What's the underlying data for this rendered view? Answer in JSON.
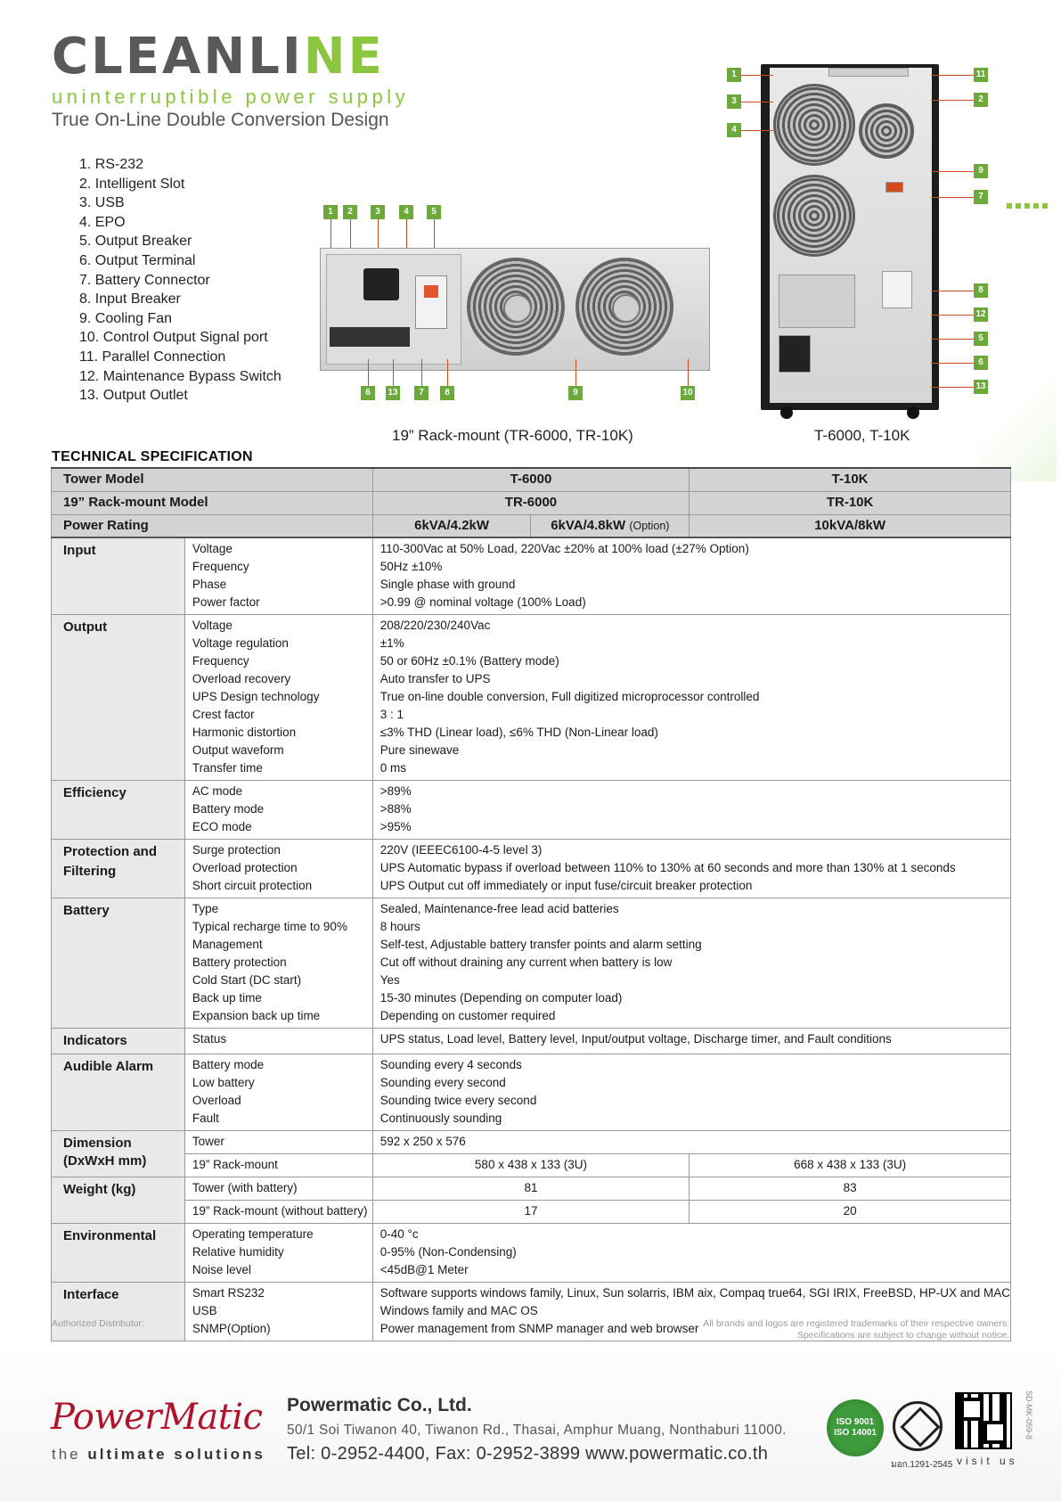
{
  "header": {
    "logo_main": "CLEANLI",
    "logo_accent": "NE",
    "tagline": "uninterruptible power supply",
    "subtitle": "True On-Line Double Conversion Design"
  },
  "legend": [
    "1. RS-232",
    "2. Intelligent Slot",
    "3. USB",
    "4. EPO",
    "5. Output Breaker",
    "6. Output Terminal",
    "7. Battery Connector",
    "8. Input Breaker",
    "9. Cooling Fan",
    "10. Control Output Signal port",
    "11. Parallel Connection",
    "12. Maintenance Bypass Switch",
    "13. Output Outlet"
  ],
  "rack_image": {
    "caption": "19” Rack-mount  (TR-6000, TR-10K)",
    "top_tags": [
      "1",
      "2",
      "3",
      "4",
      "5"
    ],
    "bottom_tags": [
      "6",
      "13",
      "7",
      "8",
      "9",
      "10"
    ]
  },
  "tower_image": {
    "caption": "T-6000, T-10K",
    "left_tags": [
      "1",
      "3",
      "4"
    ],
    "right_tags": [
      "11",
      "2",
      "9",
      "7",
      "8",
      "12",
      "5",
      "6",
      "13"
    ]
  },
  "spec": {
    "title": "TECHNICAL SPECIFICATION",
    "tower_model": {
      "label": "Tower Model",
      "a": "T-6000",
      "b": "T-10K"
    },
    "rack_model": {
      "label": "19” Rack-mount Model",
      "a": "TR-6000",
      "b": "TR-10K"
    },
    "power_rating": {
      "label": "Power Rating",
      "a1": "6kVA/4.2kW",
      "a2": "6kVA/4.8kW",
      "a2_opt": "(Option)",
      "b": "10kVA/8kW"
    },
    "groups": [
      {
        "name": "Input",
        "items": [
          "Voltage",
          "Frequency",
          "Phase",
          "Power factor"
        ],
        "values": [
          "110-300Vac at 50% Load, 220Vac ±20% at 100% load (±27% Option)",
          "50Hz ±10%",
          "Single phase with ground",
          ">0.99 @ nominal voltage (100% Load)"
        ]
      },
      {
        "name": "Output",
        "items": [
          "Voltage",
          "Voltage regulation",
          "Frequency",
          "Overload recovery",
          "UPS Design technology",
          "Crest factor",
          "Harmonic distortion",
          "Output waveform",
          "Transfer time"
        ],
        "values": [
          "208/220/230/240Vac",
          "±1%",
          "50 or 60Hz ±0.1% (Battery mode)",
          "Auto transfer to UPS",
          "True on-line double conversion, Full digitized microprocessor controlled",
          "3 : 1",
          "≤3% THD (Linear load), ≤6% THD (Non-Linear load)",
          "Pure sinewave",
          "0 ms"
        ]
      },
      {
        "name": "Efficiency",
        "items": [
          "AC mode",
          "Battery mode",
          "ECO mode"
        ],
        "values": [
          ">89%",
          ">88%",
          ">95%"
        ]
      },
      {
        "name": "Protection and",
        "name2": "Filtering",
        "items": [
          "Surge protection",
          "Overload protection",
          "Short circuit protection"
        ],
        "values": [
          "220V (IEEEC6100-4-5 level 3)",
          "UPS Automatic bypass if overload between 110% to 130% at 60 seconds and more than 130% at 1 seconds",
          "UPS Output cut off immediately or input fuse/circuit breaker protection"
        ]
      },
      {
        "name": "Battery",
        "items": [
          "Type",
          "Typical recharge time to 90%",
          "Management",
          "Battery protection",
          "Cold Start (DC start)",
          "Back up time",
          "Expansion back up time"
        ],
        "values": [
          "Sealed, Maintenance-free lead acid batteries",
          "8 hours",
          "Self-test, Adjustable battery transfer points and alarm setting",
          "Cut off without draining any current when battery is low",
          "Yes",
          "15-30 minutes (Depending on computer load)",
          "Depending on customer required"
        ]
      },
      {
        "name": "Indicators",
        "items": [
          "Status"
        ],
        "values": [
          "UPS status, Load level, Battery level, Input/output voltage, Discharge timer, and Fault conditions"
        ]
      },
      {
        "name": "Audible Alarm",
        "items": [
          "Battery mode",
          "Low battery",
          "Overload",
          "Fault"
        ],
        "values": [
          "Sounding every 4 seconds",
          "Sounding every second",
          "Sounding twice every second",
          "Continuously sounding"
        ]
      }
    ],
    "dimension": {
      "name": "Dimension (DxWxH mm)",
      "tower_label": "Tower",
      "tower_value": "592 x 250 x 576",
      "rack_label": "19” Rack-mount",
      "rack_a": "580 x 438 x 133 (3U)",
      "rack_b": "668 x 438 x 133 (3U)"
    },
    "weight": {
      "name": "Weight (kg)",
      "tower_label": "Tower (with battery)",
      "tower_a": "81",
      "tower_b": "83",
      "rack_label": "19” Rack-mount (without battery)",
      "rack_a": "17",
      "rack_b": "20"
    },
    "environmental": {
      "name": "Environmental",
      "items": [
        "Operating temperature",
        "Relative humidity",
        "Noise level"
      ],
      "values": [
        "0-40 °c",
        "0-95% (Non-Condensing)",
        "<45dB@1 Meter"
      ]
    },
    "interface": {
      "name": "Interface",
      "items": [
        "Smart RS232",
        "USB",
        "SNMP(Option)"
      ],
      "values": [
        "Software supports windows family, Linux, Sun solarris, IBM aix, Compaq true64, SGI IRIX, FreeBSD, HP-UX and MAC",
        "Windows family and MAC OS",
        "Power management from SNMP manager and web browser"
      ]
    }
  },
  "footer": {
    "authorized": "Authorized Distributor:",
    "disclaimer1": "All brands and logos are registered trademarks of their respective owners.",
    "disclaimer2": "Specifications are subject to change without notice.",
    "logo": "PowerMatic",
    "logo_tag_a": "the",
    "logo_tag_b": "ultimate",
    "logo_tag_c": "solutions",
    "company": "Powermatic Co., Ltd.",
    "address": "50/1 Soi Tiwanon 40, Tiwanon Rd., Thasai, Amphur Muang, Nonthaburi 11000.",
    "contact": "Tel: 0-2952-4400, Fax: 0-2952-3899  www.powermatic.co.th",
    "iso1": "ISO 9001",
    "iso2": "ISO 14001",
    "tis_code": "มอก.1291-2545",
    "visit": "visit us",
    "doc_code": "SD-MK-059-8"
  }
}
